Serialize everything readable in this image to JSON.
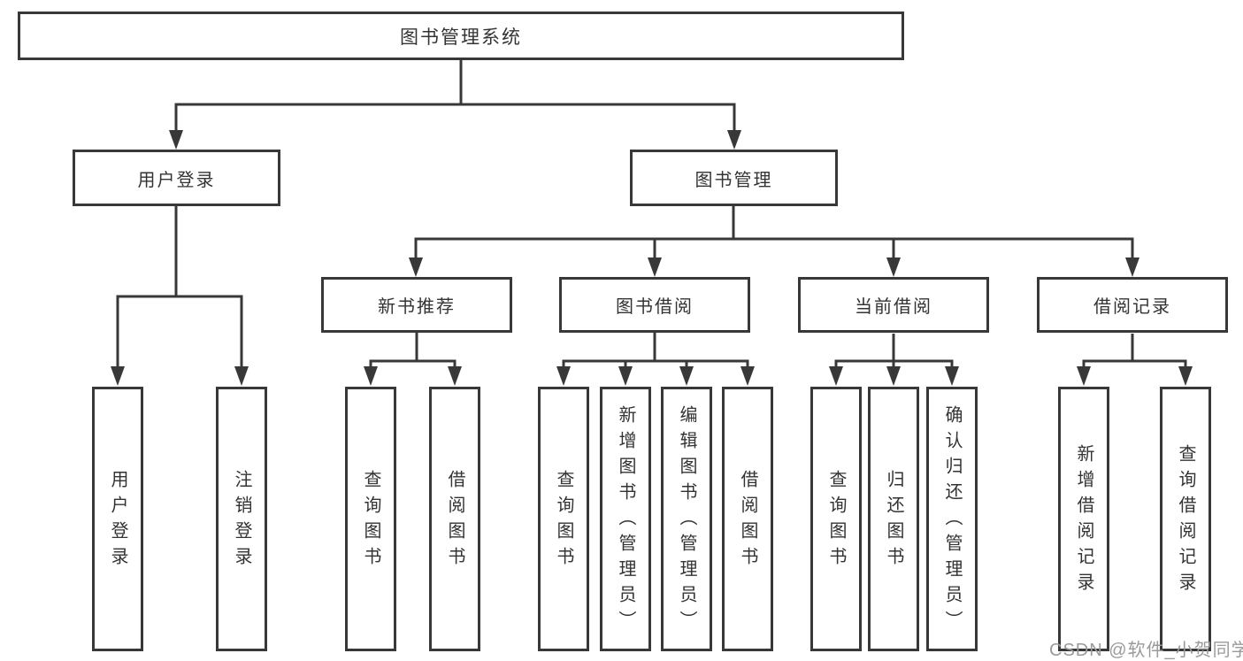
{
  "colors": {
    "line": "#383838",
    "box_border": "#383838",
    "text": "#333333",
    "watermark": "#9a9a9a",
    "background": "#ffffff"
  },
  "tree": {
    "root": {
      "label": "图书管理系统",
      "children": [
        {
          "label": "用户登录",
          "children": [
            {
              "label": "用户登录"
            },
            {
              "label": "注销登录"
            }
          ]
        },
        {
          "label": "图书管理",
          "children": [
            {
              "label": "新书推荐",
              "children": [
                {
                  "label": "查询图书"
                },
                {
                  "label": "借阅图书"
                }
              ]
            },
            {
              "label": "图书借阅",
              "children": [
                {
                  "label": "查询图书"
                },
                {
                  "label": "新增图书（管理员）"
                },
                {
                  "label": "编辑图书（管理员）"
                },
                {
                  "label": "借阅图书"
                }
              ]
            },
            {
              "label": "当前借阅",
              "children": [
                {
                  "label": "查询图书"
                },
                {
                  "label": "归还图书"
                },
                {
                  "label": "确认归还（管理员）"
                }
              ]
            },
            {
              "label": "借阅记录",
              "children": [
                {
                  "label": "新增借阅记录"
                },
                {
                  "label": "查询借阅记录"
                }
              ]
            }
          ]
        }
      ]
    }
  },
  "watermark": {
    "text": "CSDN @软件_小贺同学"
  }
}
